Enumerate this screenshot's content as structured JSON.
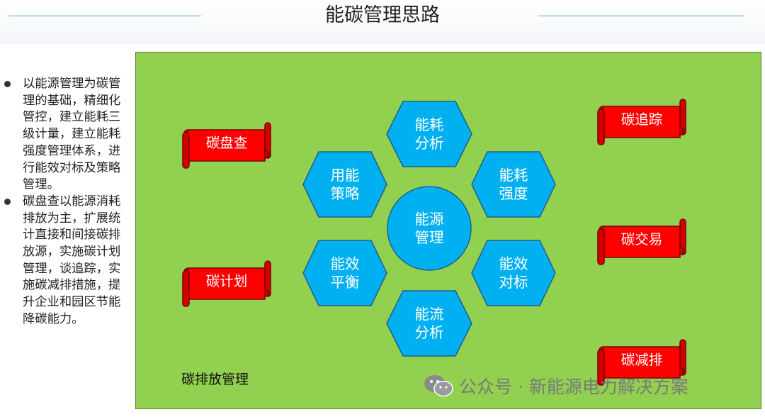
{
  "title": "能碳管理思路",
  "bullets": [
    "以能源管理为碳管理的基础，精细化管控，建立能耗三级计量，建立能耗强度管理体系，进行能效对标及策略管理。",
    "碳盘查以能源消耗排放为主，扩展统计直接和间接碳排放源，实施碳计划管理，谈追踪，实施碳减排措施，提升企业和园区节能降碳能力。"
  ],
  "panel_label": "碳排放管理",
  "center": "能源\n管理",
  "hexagons": [
    {
      "id": "top",
      "text": "能耗\n分析"
    },
    {
      "id": "upper-right",
      "text": "能耗\n强度"
    },
    {
      "id": "lower-right",
      "text": "能效\n对标"
    },
    {
      "id": "bottom",
      "text": "能流\n分析"
    },
    {
      "id": "lower-left",
      "text": "能效\n平衡"
    },
    {
      "id": "upper-left",
      "text": "用能\n策略"
    }
  ],
  "scrolls": {
    "pancha": "碳盘查",
    "jihua": "碳计划",
    "zhuizong": "碳追踪",
    "jiaoyi": "碳交易",
    "jianpai": "碳减排"
  },
  "watermark": "公众号 · 新能源电力解决方案",
  "colors": {
    "panel": "#92d050",
    "node": "#00b0f0",
    "scroll": "#ff0000",
    "accent_line": "#4fb6d8"
  }
}
